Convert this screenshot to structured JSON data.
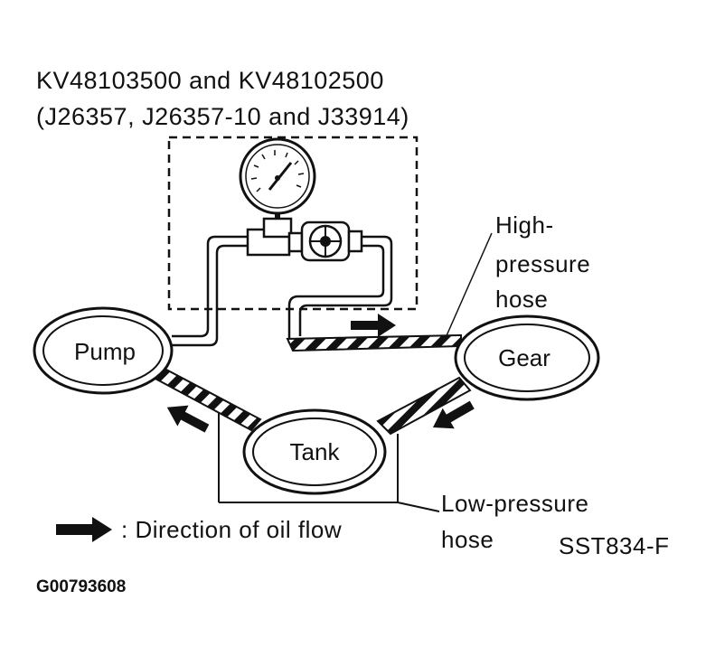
{
  "tool_numbers": {
    "line1": "KV48103500 and KV48102500",
    "line2": "(J26357, J26357-10 and J33914)"
  },
  "components": {
    "pump": "Pump",
    "gear": "Gear",
    "tank": "Tank"
  },
  "callouts": {
    "high_pressure_1": "High-",
    "high_pressure_2": "pressure",
    "high_pressure_3": "hose",
    "low_pressure_1": "Low-pressure",
    "low_pressure_2": "hose"
  },
  "legend": {
    "text": ": Direction of oil flow"
  },
  "figure_code": "SST834-F",
  "image_code": "G00793608",
  "colors": {
    "ink": "#111111",
    "paper": "#ffffff"
  }
}
